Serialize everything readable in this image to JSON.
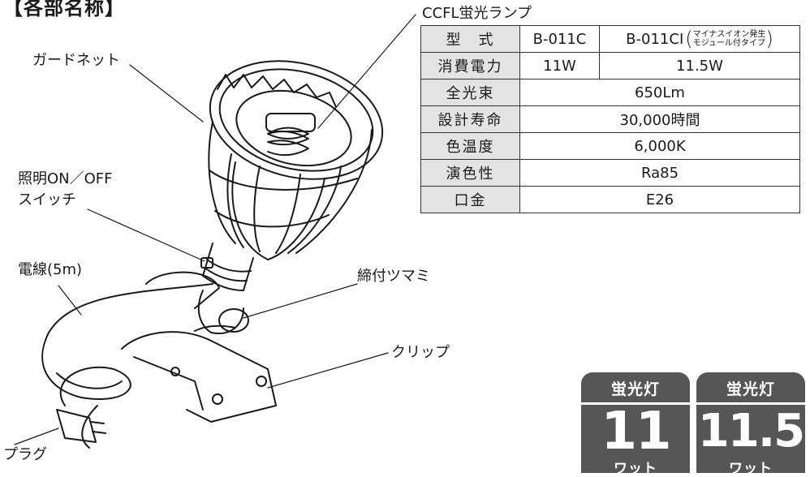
{
  "header": {
    "title": "【各部名称】"
  },
  "labels": {
    "guard_net": "ガードネット",
    "switch_line1": "照明ON／OFF",
    "switch_line2": "スイッチ",
    "cord": "電線(5m)",
    "knob": "締付ツマミ",
    "clip": "クリップ",
    "plug": "プラグ"
  },
  "spec": {
    "caption": "CCFL蛍光ランプ",
    "model_key": "型　式",
    "model_a": "B-011C",
    "model_b": "B-011CI",
    "model_b_note_1": "マイナスイオン発生",
    "model_b_note_2": "モジュール付タイプ",
    "rows": [
      {
        "key": "消費電力",
        "a": "11W",
        "b": "11.5W"
      },
      {
        "key": "全光束",
        "value": "650Lm"
      },
      {
        "key": "設計寿命",
        "value": "30,000時間"
      },
      {
        "key": "色温度",
        "value": "6,000K"
      },
      {
        "key": "演色性",
        "value": "Ra85"
      },
      {
        "key": "口金",
        "value": "E26"
      }
    ]
  },
  "badges": [
    {
      "top": "蛍光灯",
      "number": "11",
      "unit": "ワット"
    },
    {
      "top": "蛍光灯",
      "number": "11.5",
      "unit": "ワット"
    }
  ],
  "colors": {
    "badge_bg": "#565656",
    "table_key_bg": "#e3e3e3"
  }
}
